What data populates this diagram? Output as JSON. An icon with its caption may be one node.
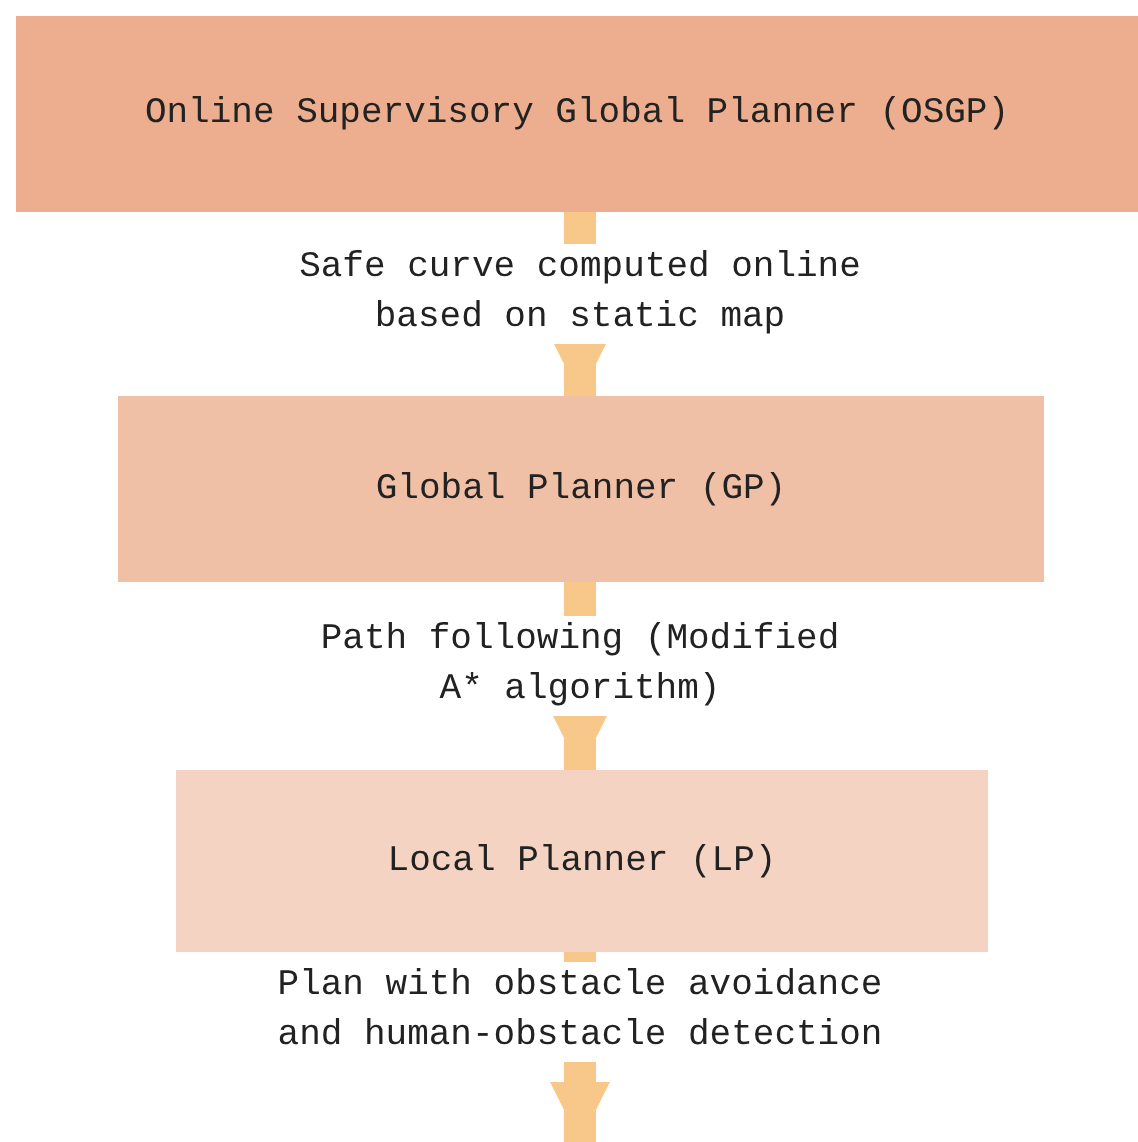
{
  "diagram": {
    "nodes": [
      {
        "text": [
          "Online Supervisory Global Planner (OSGP)"
        ]
      },
      {
        "text": [
          "Global Planner (GP)"
        ]
      },
      {
        "text": [
          "Local Planner (LP)"
        ]
      }
    ],
    "edges": [
      {
        "from": 0,
        "to": 1,
        "arrow": "to",
        "label": "Safe curve computed online based on static map"
      },
      {
        "from": 1,
        "to": 2,
        "arrow": "to",
        "label": "Path following (Modified A* algorithm)"
      },
      {
        "from": 2,
        "to": null,
        "arrow": "to",
        "label": "Plan with obstacle avoidance and human-obstacle detection"
      }
    ]
  }
}
